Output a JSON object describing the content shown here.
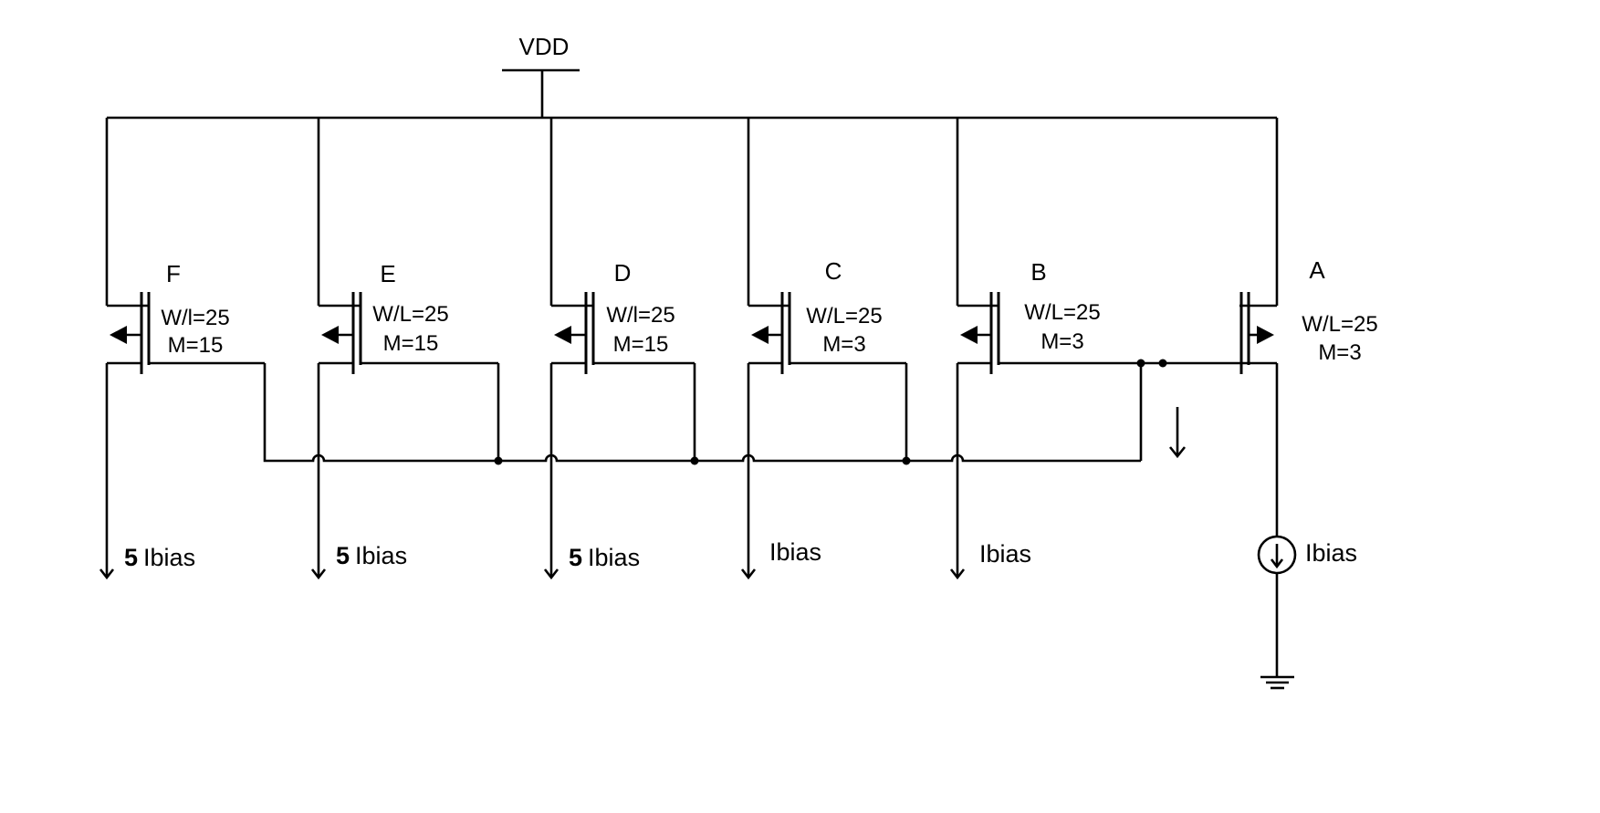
{
  "supply": {
    "label": "VDD"
  },
  "transistors": [
    {
      "name": "F",
      "wl": "W/l=25",
      "m": "M=15"
    },
    {
      "name": "E",
      "wl": "W/L=25",
      "m": "M=15"
    },
    {
      "name": "D",
      "wl": "W/l=25",
      "m": "M=15"
    },
    {
      "name": "C",
      "wl": "W/L=25",
      "m": "M=3"
    },
    {
      "name": "B",
      "wl": "W/L=25",
      "m": "M=3"
    },
    {
      "name": "A",
      "wl": "W/L=25",
      "m": "M=3"
    }
  ],
  "outputs": [
    {
      "mult": "5",
      "label": "Ibias"
    },
    {
      "mult": "5",
      "label": "Ibias"
    },
    {
      "mult": "5",
      "label": "Ibias"
    },
    {
      "mult": "",
      "label": "Ibias"
    },
    {
      "mult": "",
      "label": "Ibias"
    }
  ],
  "reference": {
    "label": "Ibias"
  },
  "icons": {
    "current_source": "current-source-icon",
    "ground": "ground-icon",
    "pmos": "pmos-transistor-icon"
  }
}
